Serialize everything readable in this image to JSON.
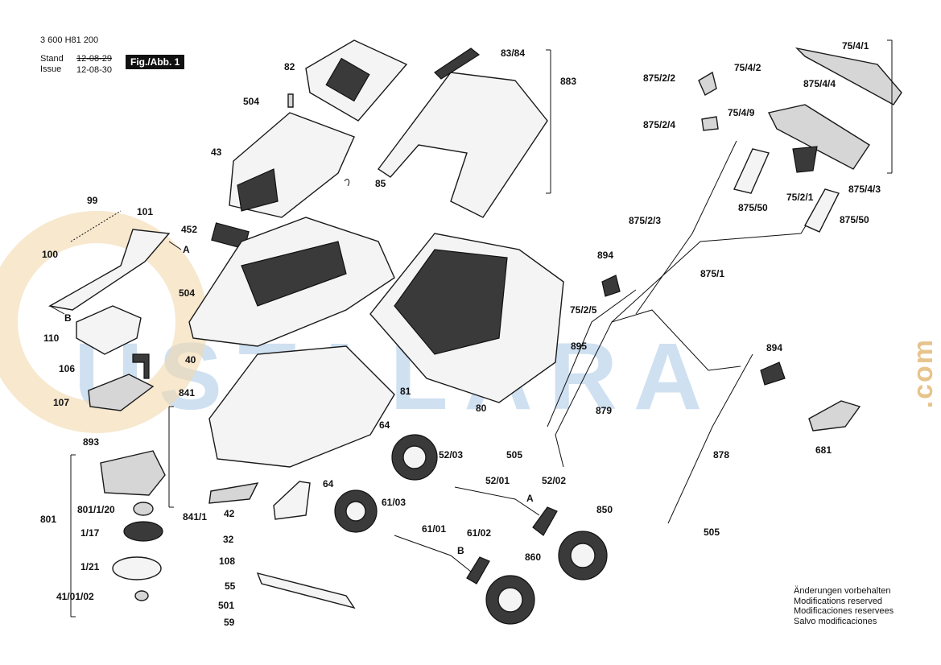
{
  "header": {
    "doc_number": "3 600 H81 200",
    "stand_label": "Stand",
    "issue_label": "Issue",
    "stand_date": "12-08-29",
    "issue_date": "12-08-30",
    "figure": "Fig./Abb. 1"
  },
  "labels": {
    "l82": "82",
    "l504a": "504",
    "l43": "43",
    "l85": "85",
    "l83_84": "83/84",
    "l883": "883",
    "l99": "99",
    "l101": "101",
    "l100": "100",
    "lA1": "A",
    "lB1": "B",
    "l110": "110",
    "l452": "452",
    "l504b": "504",
    "l40": "40",
    "l106": "106",
    "l107": "107",
    "l841": "841",
    "l81": "81",
    "l893": "893",
    "l64a": "64",
    "l801": "801",
    "l801_1_20": "801/1/20",
    "l1_17": "1/17",
    "l1_21": "1/21",
    "l41_01_02": "41/01/02",
    "l841_1": "841/1",
    "l42": "42",
    "l32": "32",
    "l108": "108",
    "l55": "55",
    "l501": "501",
    "l59": "59",
    "l64b": "64",
    "l52_03": "52/03",
    "l52_01": "52/01",
    "l52_02": "52/02",
    "lA2": "A",
    "l61_03": "61/03",
    "l61_01": "61/01",
    "l61_02": "61/02",
    "lB2": "B",
    "l80": "80",
    "l505a": "505",
    "l850": "850",
    "l860": "860",
    "l894a": "894",
    "l75_2_5": "75/2/5",
    "l895": "895",
    "l879": "879",
    "l875_2_2": "875/2/2",
    "l875_2_4": "875/2/4",
    "l875_2_3": "875/2/3",
    "l875_50a": "875/50",
    "l875_1": "875/1",
    "l75_4_1": "75/4/1",
    "l75_4_2": "75/4/2",
    "l875_4_4": "875/4/4",
    "l75_4_9": "75/4/9",
    "l75_2_1": "75/2/1",
    "l875_4_3": "875/4/3",
    "l875_50b": "875/50",
    "l894b": "894",
    "l878": "878",
    "l505b": "505",
    "l681": "681"
  },
  "notes": [
    "Änderungen vorbehalten",
    "Modifications reserved",
    "Modificaciones reservees",
    "Salvo modificaciones"
  ],
  "watermark": {
    "text": "USTALARA",
    "suffix": ".com"
  }
}
